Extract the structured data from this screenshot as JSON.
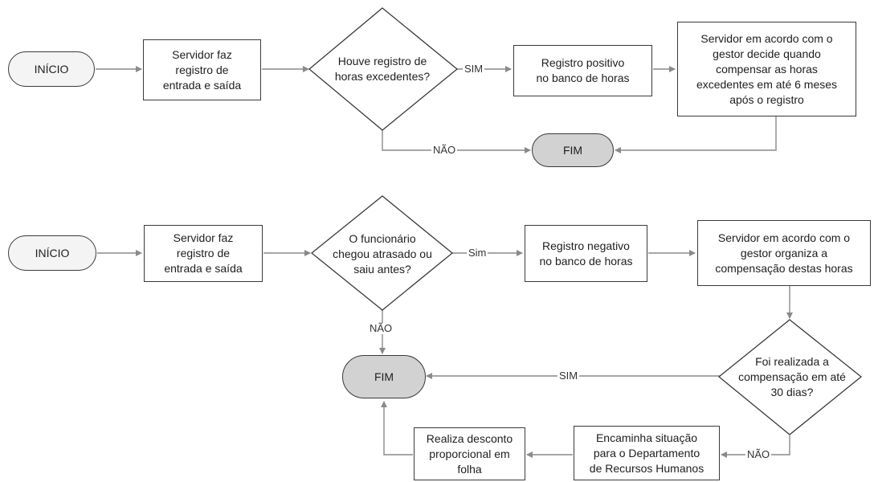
{
  "flow1": {
    "start": "INÍCIO",
    "record": "Servidor faz\nregistro de\nentrada e saída",
    "decision": "Houve registro de\nhoras excedentes?",
    "yes": "SIM",
    "positive": "Registro positivo\nno banco de horas",
    "agreement": "Servidor em acordo com o\ngestor decide quando\ncompensar as horas\nexcedentes em até 6 meses\napós o registro",
    "no": "NÃO",
    "end": "FIM"
  },
  "flow2": {
    "start": "INÍCIO",
    "record": "Servidor faz\nregistro de\nentrada e saída",
    "decision": "O funcionário\nchegou atrasado ou\nsaiu antes?",
    "yes": "Sim",
    "negative": "Registro negativo\nno banco de horas",
    "organize": "Servidor em acordo com o\ngestor organiza a\ncompensação destas horas",
    "no": "NÃO",
    "end": "FIM",
    "decision2": "Foi realizada a\ncompensação em até\n30 dias?",
    "yes2": "SIM",
    "no2": "NÃO",
    "forward": "Encaminha situação\npara o Departamento\nde Recursos Humanos",
    "discount": "Realiza desconto\nproporcional em\nfolha"
  },
  "colors": {
    "stroke": "#3a3a3a",
    "arrow": "#8a8a8a",
    "end_fill": "#d2d2d2",
    "start_fill": "#f4f4f4"
  }
}
